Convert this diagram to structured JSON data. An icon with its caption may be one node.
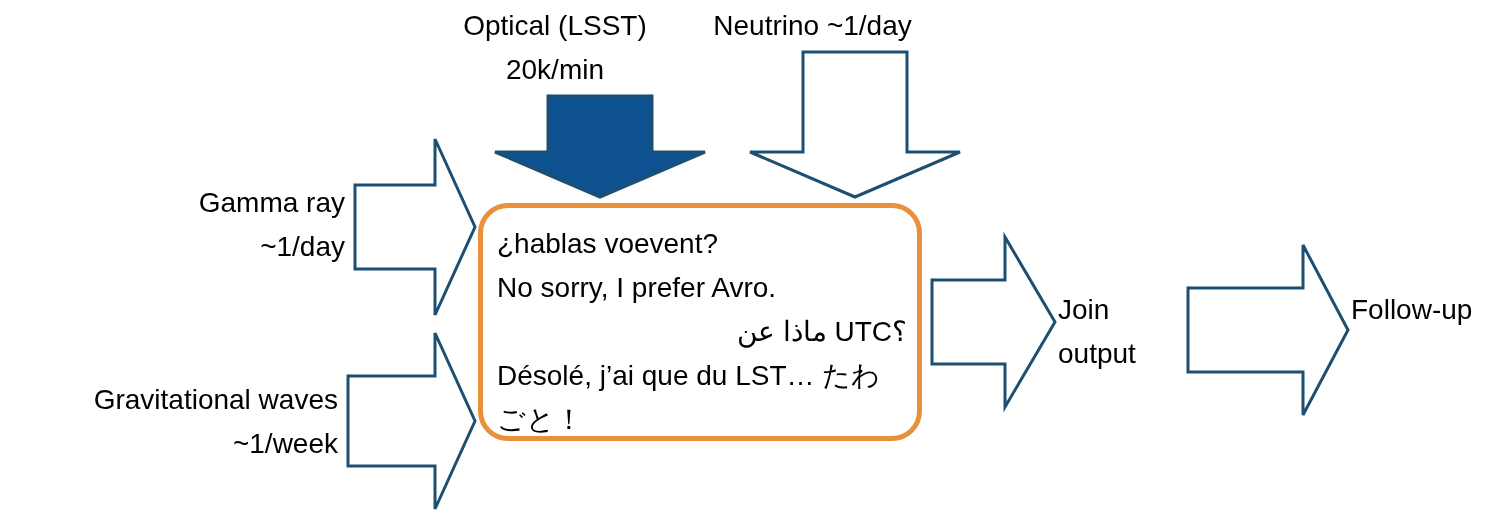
{
  "diagram": {
    "nodes": [
      {
        "text": [
          "Optical (LSST) 20k/min"
        ]
      },
      {
        "text": [
          "Neutrino ~1/day"
        ]
      },
      {
        "text": [
          "Gamma ray ~1/day"
        ]
      },
      {
        "text": [
          "Gravitational waves ~1/week"
        ]
      },
      {
        "text": [
          "¿hablas voevent?",
          "No sorry, I prefer Avro.",
          "ماذا عن UTC؟",
          "Désolé, j’ai que du LST… たわごと！"
        ]
      },
      {
        "text": [
          "Join output"
        ]
      },
      {
        "text": [
          "Follow-up"
        ]
      }
    ],
    "edges": [
      {
        "from": 0,
        "to": 4,
        "arrow": "to",
        "color": "#0e5191"
      },
      {
        "from": 1,
        "to": 4,
        "arrow": "to"
      },
      {
        "from": 2,
        "to": 4,
        "arrow": "to"
      },
      {
        "from": 3,
        "to": 4,
        "arrow": "to"
      },
      {
        "from": 4,
        "to": 5,
        "arrow": "to"
      },
      {
        "from": 5,
        "to": 6,
        "arrow": "to"
      }
    ]
  }
}
